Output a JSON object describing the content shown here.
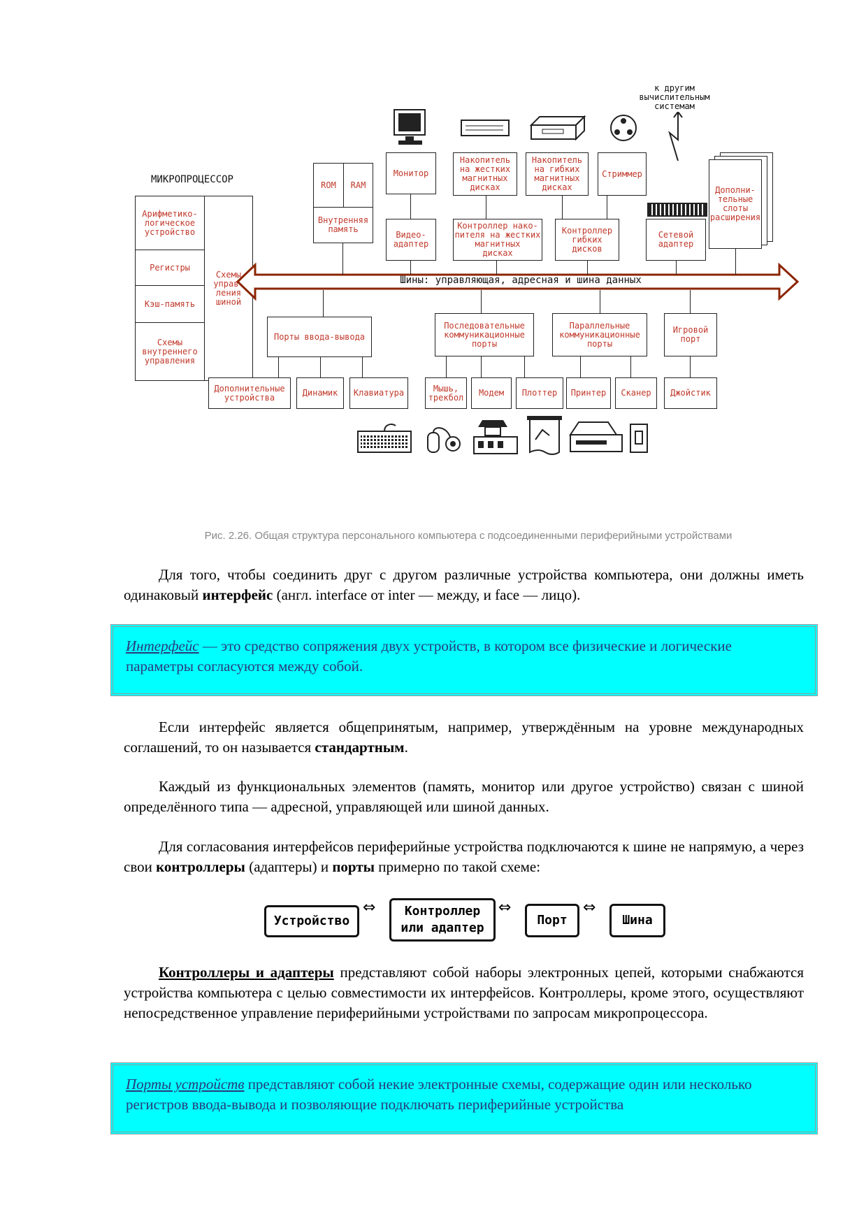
{
  "diagram": {
    "microprocessor_title": "МИКРОПРОЦЕССОР",
    "alu": "Арифметико-\nлогическое\nустройство",
    "registers": "Регистры",
    "cache": "Кэш-память",
    "internal_control": "Схемы\nвнутреннего\nуправления",
    "bus_control": "Схемы\nуправ-\nления\nшиной",
    "rom": "ROM",
    "ram": "RAM",
    "internal_memory": "Внутренняя\nпамять",
    "monitor": "Монитор",
    "video_adapter": "Видео-\nадаптер",
    "hdd": "Накопитель\nна жестких\nмагнитных\nдисках",
    "hdd_controller": "Контроллер нако-\nпителя на жестких\nмагнитных\nдисках",
    "fdd": "Накопитель\nна гибких\nмагнитных\nдисках",
    "fdd_controller": "Контроллер\nгибких\nдисков",
    "streamer": "Стриммер",
    "network_adapter": "Сетевой\nадаптер",
    "other_systems": "к другим\nвычислительным\nсистемам",
    "extra_slots": "Дополни-\nтельные\nслоты\nрасширения",
    "bus": "Шины: управляющая, адресная и шина данных",
    "io_ports": "Порты ввода-вывода",
    "serial_ports": "Последовательные\nкоммуникационные\nпорты",
    "parallel_ports": "Параллельные\nкоммуникационные\nпорты",
    "game_port": "Игровой\nпорт",
    "extra_devices": "Дополнительные\nустройства",
    "speaker": "Динамик",
    "keyboard": "Клавиатура",
    "mouse": "Мышь,\nтрекбол",
    "modem": "Модем",
    "plotter": "Плоттер",
    "printer": "Принтер",
    "scanner": "Сканер",
    "joystick": "Джойстик"
  },
  "caption": "Рис. 2.26. Общая структура персонального компьютера с подсоединенными периферийными устройствами",
  "p1": {
    "a": "Для того, чтобы соединить друг с другом различные устройства компьютера, они должны иметь одинаковый ",
    "bold": "интерфейс",
    "b": " (англ. interface от inter — между, и face — лицо)."
  },
  "def1": {
    "term": "Интерфейс",
    "text": " — это средство сопряжения двух устройств, в котором все физические и логические параметры согласуются между собой."
  },
  "p2": {
    "a": "Если интерфейс является общепринятым, например, утверждённым на уровне международных соглашений, то он называется ",
    "bold": "стандартным",
    "b": "."
  },
  "p3": "Каждый из функциональных элементов (память, монитор или другое устройство) связан с шиной определённого типа — адресной, управляющей или шиной данных.",
  "p4": {
    "a": "Для согласования интерфейсов периферийные устройства подключаются к шине не напрямую, а через свои ",
    "bold1": "контроллеры",
    "b": " (адаптеры) и ",
    "bold2": "порты",
    "c": " примерно по такой схеме:"
  },
  "flow": {
    "device": "Устройство",
    "controller": "Контроллер\nили адаптер",
    "port": "Порт",
    "bus": "Шина",
    "arrow": "⇔"
  },
  "p5": {
    "bold": "Контроллеры и адаптеры",
    "text": " представляют собой наборы электронных цепей, которыми снабжаются устройства компьютера с целью совместимости их интерфейсов. Контроллеры, кроме этого, осуществляют непосредственное управление периферийными устройствами по запросам микропроцессора."
  },
  "def2": {
    "term": "Порты устройств",
    "text": " представляют собой некие электронные схемы, содержащие один или несколько регистров ввода-вывода и позволяющие подключать периферийные устройства"
  }
}
